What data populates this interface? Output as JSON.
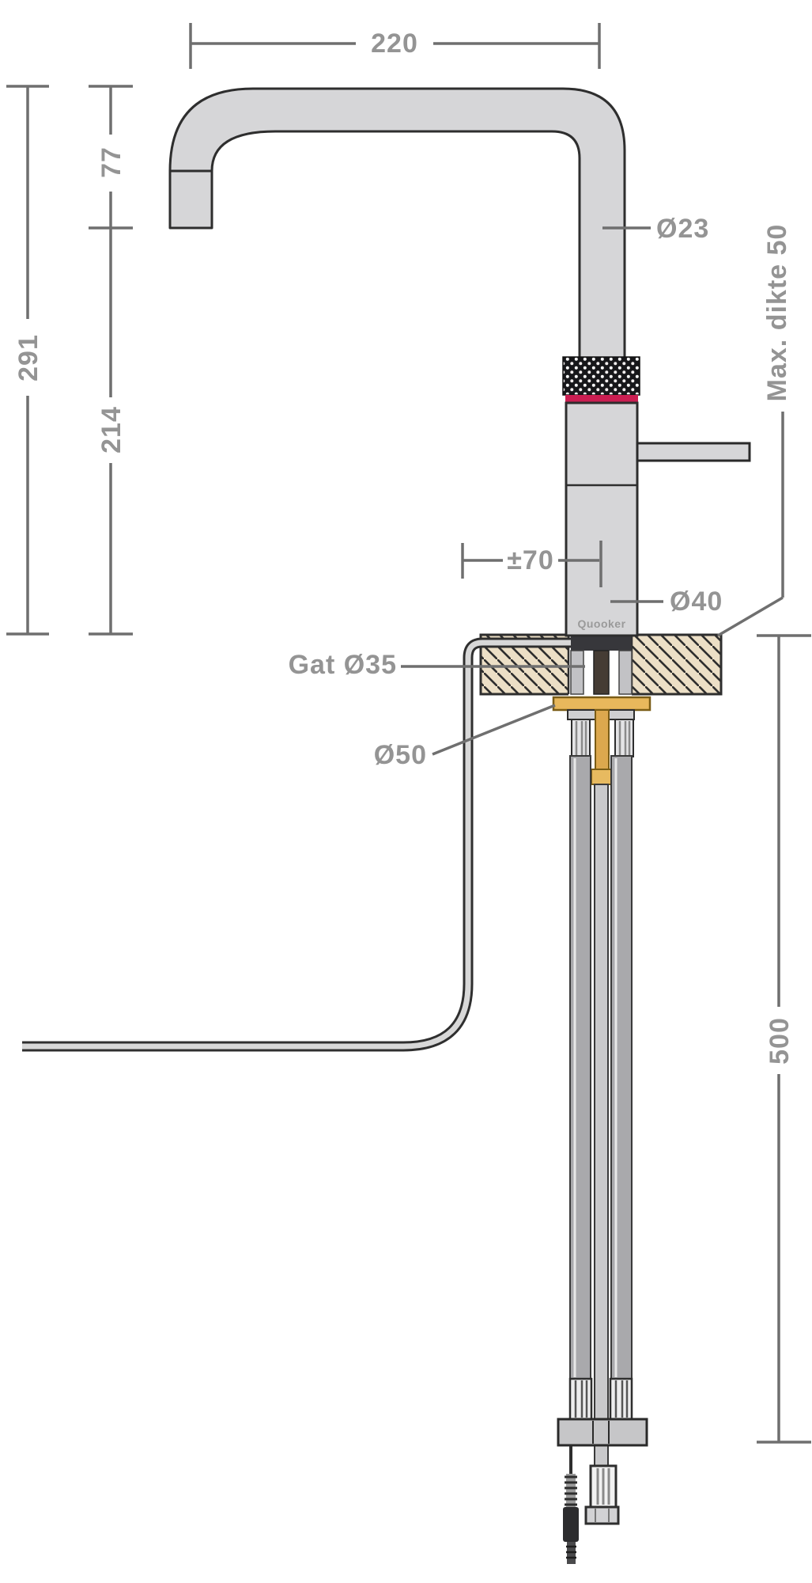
{
  "diagram": {
    "type": "technical-installation-drawing",
    "subject": "kitchen boiling-water tap with under-counter connections",
    "brand_logo": "Quooker"
  },
  "labels": {
    "top_width": "220",
    "spout_height": "77",
    "total_height": "291",
    "clearance_height": "214",
    "spout_diameter": "Ø23",
    "swivel_offset": "±70",
    "body_diameter": "Ø40",
    "hole_diameter": "Gat Ø35",
    "washer_diameter": "Ø50",
    "max_thickness": "Max. dikte 50",
    "below_counter_length": "500"
  },
  "colors": {
    "metal_fill": "#d6d6d8",
    "outline": "#2e2e2e",
    "dimension_line": "#6f6f6f",
    "dimension_text": "#949494",
    "accent_red_band": "#cb1e52",
    "brass": "#e0ac50",
    "worktop_fill": "#ecdfc6",
    "knurl_dark": "#17171a"
  }
}
